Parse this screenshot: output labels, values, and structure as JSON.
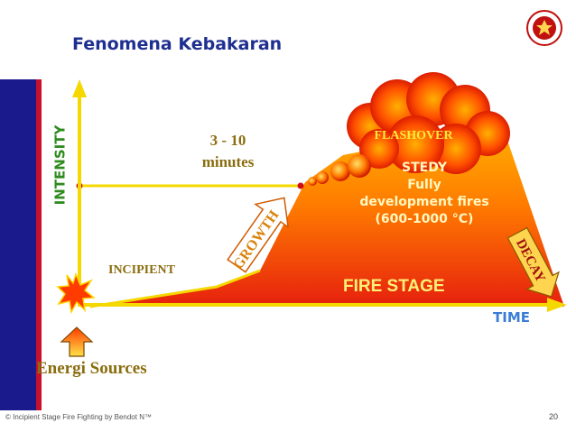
{
  "title": "Fenomena Kebakaran",
  "labels": {
    "intensity": "INTENSITY",
    "time": "TIME",
    "duration_line1": "3 - 10",
    "duration_line2": "minutes",
    "flashover": "FLASHOVER",
    "steady_line1": "STEDY",
    "steady_line2": "Fully",
    "steady_line3": "development fires",
    "steady_line4": "(600-1000 °C)",
    "growth": "GROWTH",
    "decay": "DECAY",
    "incipient": "INCIPIENT",
    "fire_stage": "FIRE STAGE",
    "energy_sources": "Energi Sources"
  },
  "footer": {
    "text": "© Incipient Stage Fire Fighting by Bendot N™",
    "page_number": "20"
  },
  "colors": {
    "title": "#1f2f8f",
    "sidebar_blue": "#1a1a8c",
    "sidebar_red": "#c8102e",
    "axis": "#f5d800",
    "fire_orange": "#ff6a00",
    "fire_red": "#e01010"
  }
}
